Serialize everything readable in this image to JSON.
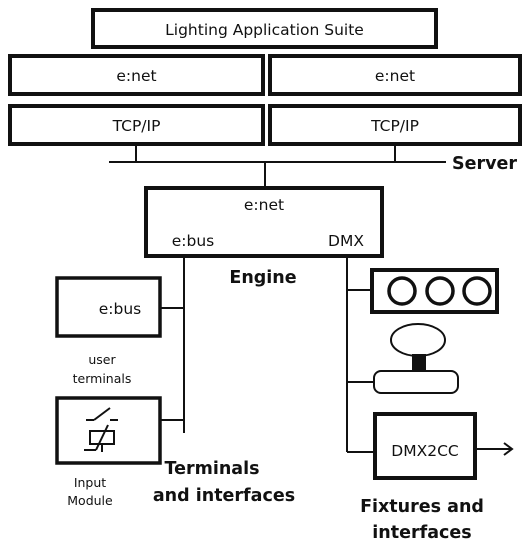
{
  "title": "Lighting Application Suite",
  "server": {
    "left": {
      "enet": "e:net",
      "tcpip": "TCP/IP"
    },
    "right": {
      "enet": "e:net",
      "tcpip": "TCP/IP"
    },
    "label": "Server"
  },
  "engine": {
    "enet": "e:net",
    "ebus": "e:bus",
    "dmx": "DMX",
    "label": "Engine"
  },
  "terminals": {
    "ebus_box": "e:bus",
    "user_terminals_line1": "user",
    "user_terminals_line2": "terminals",
    "input_module_line1": "Input",
    "input_module_line2": "Module",
    "label_line1": "Terminals",
    "label_line2": "and interfaces"
  },
  "fixtures": {
    "dmx2cc": "DMX2CC",
    "label_line1": "Fixtures and",
    "label_line2": "interfaces"
  },
  "colors": {
    "stroke": "#111111",
    "fill": "#ffffff"
  }
}
